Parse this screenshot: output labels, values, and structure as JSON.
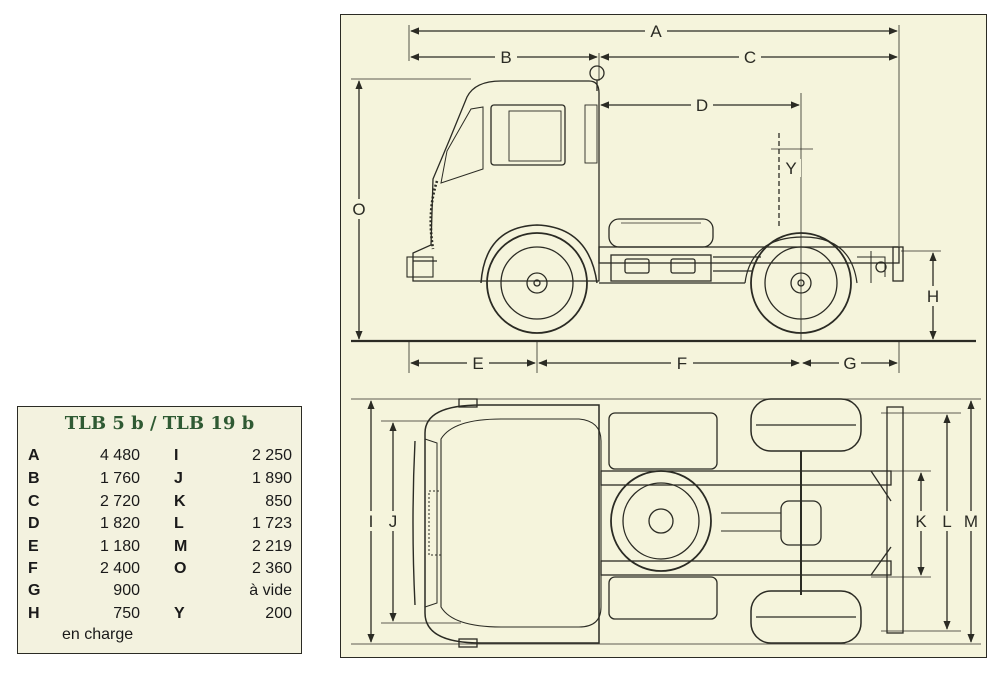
{
  "spec_table": {
    "title": "TLB 5 b / TLB 19 b",
    "left_column": [
      {
        "letter": "A",
        "value": "4 480"
      },
      {
        "letter": "B",
        "value": "1 760"
      },
      {
        "letter": "C",
        "value": "2 720"
      },
      {
        "letter": "D",
        "value": "1 820"
      },
      {
        "letter": "E",
        "value": "1 180"
      },
      {
        "letter": "F",
        "value": "2 400"
      },
      {
        "letter": "G",
        "value": "900"
      },
      {
        "letter": "H",
        "value": "750"
      }
    ],
    "left_note": "en charge",
    "right_column": [
      {
        "letter": "I",
        "value": "2 250"
      },
      {
        "letter": "J",
        "value": "1 890"
      },
      {
        "letter": "K",
        "value": "850"
      },
      {
        "letter": "L",
        "value": "1 723"
      },
      {
        "letter": "M",
        "value": "2 219"
      },
      {
        "letter": "O",
        "value": "2 360"
      },
      {
        "letter": "",
        "value": "à vide"
      },
      {
        "letter": "Y",
        "value": "200"
      }
    ]
  },
  "drawing": {
    "side_labels": {
      "A": "A",
      "B": "B",
      "C": "C",
      "D": "D",
      "Y": "Y",
      "O": "O",
      "H": "H",
      "E": "E",
      "F": "F",
      "G": "G"
    },
    "top_labels": {
      "I": "I",
      "J": "J",
      "K": "K",
      "L": "L",
      "M": "M"
    },
    "colors": {
      "line": "#2b2b24",
      "paper": "#f5f4dc",
      "title": "#2f5a33"
    }
  }
}
